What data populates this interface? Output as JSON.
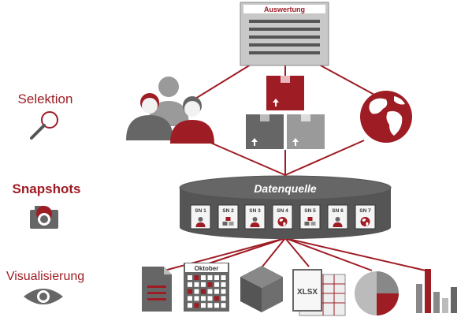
{
  "labels": {
    "selektion": "Selektion",
    "snapshots": "Snapshots",
    "visualisierung": "Visualisierung"
  },
  "report": {
    "title": "Auswertung"
  },
  "datasource": {
    "title": "Datenquelle"
  },
  "snapshots": [
    {
      "label": "SN 1",
      "icon": "person-icon"
    },
    {
      "label": "SN 2",
      "icon": "boxes-icon"
    },
    {
      "label": "SN 3",
      "icon": "person-icon"
    },
    {
      "label": "SN 4",
      "icon": "globe-icon"
    },
    {
      "label": "SN 5",
      "icon": "boxes-icon"
    },
    {
      "label": "SN 6",
      "icon": "person-icon"
    },
    {
      "label": "SN 7",
      "icon": "globe-icon"
    }
  ],
  "calendar": {
    "month": "Oktober"
  },
  "spreadsheet": {
    "format": "XLSX"
  },
  "icons": {
    "selection": "magnifier-icon",
    "snapshots": "camera-icon",
    "visualisation": "eye-icon"
  },
  "colors": {
    "accent": "#9e1c24",
    "gray": "#666666",
    "light_gray": "#c8c8c8"
  }
}
